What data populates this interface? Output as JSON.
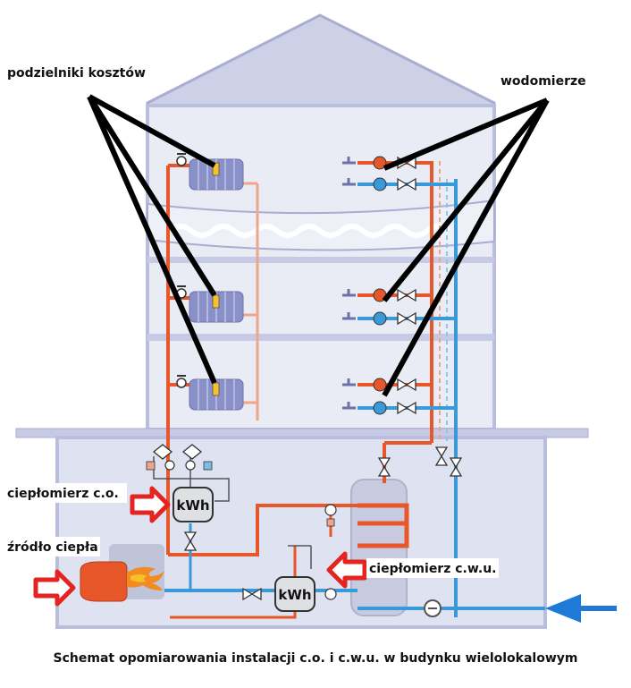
{
  "labels": {
    "cost_allocators": "podzielniki kosztów",
    "water_meters": "wodomierze",
    "heat_meter_co": "ciepłomierz c.o.",
    "heat_source": "źródło ciepła",
    "heat_meter_cwu": "ciepłomierz c.w.u."
  },
  "meter_unit": "kWh",
  "caption": "Schemat opomiarowania instalacji c.o. i c.w.u. w budynku wielolokalowym",
  "colors": {
    "building_wall": "#b9bedc",
    "building_fill": "#e9ebf5",
    "basement_fill": "#dfe2f0",
    "hot_pipe": "#e8572a",
    "return_pipe": "#f2a48a",
    "cold_pipe": "#3a9ad9",
    "radiator": "#8a91c9",
    "annotation_line": "#000000",
    "pointer_arrow": "#e32420",
    "inlet_arrow": "#1e7ad6"
  }
}
